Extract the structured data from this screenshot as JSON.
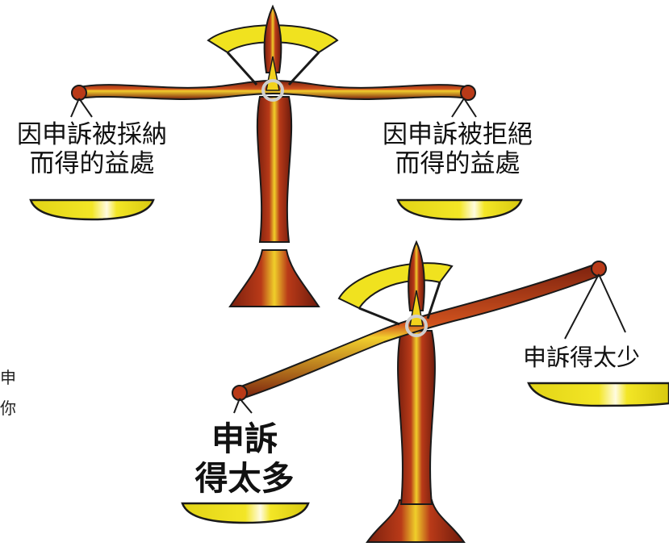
{
  "top_scale": {
    "left_pan_label": [
      "因申訴被採納",
      "而得的益處"
    ],
    "right_pan_label": [
      "因申訴被拒絕",
      "而得的益處"
    ]
  },
  "bottom_scale": {
    "left_pan_label": [
      "申訴",
      "得太多"
    ],
    "right_pan_label": "申訴得太少"
  },
  "side_text": [
    "申",
    "你"
  ],
  "colors": {
    "beam_dark": "#8b2a12",
    "beam_mid": "#c2421c",
    "highlight": "#f1d21c",
    "pan_yellow": "#ede018",
    "pan_outline": "#1a1a1a",
    "dial": "#f0e21f"
  }
}
